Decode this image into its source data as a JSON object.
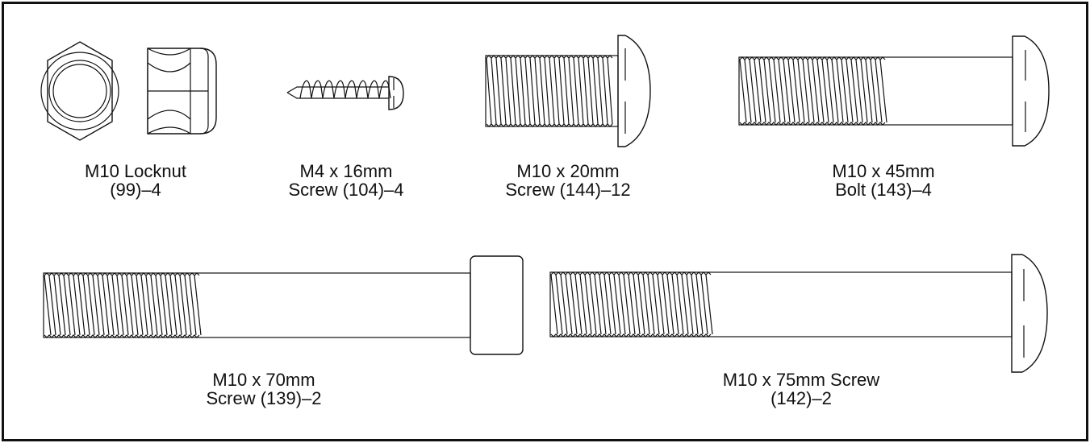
{
  "parts": [
    {
      "id": "locknut",
      "icon": "locknut-icon",
      "lines": [
        "M10 Locknut",
        "(99)–4"
      ]
    },
    {
      "id": "m4-screw",
      "icon": "small-screw-icon",
      "lines": [
        "M4 x 16mm",
        "Screw (104)–4"
      ]
    },
    {
      "id": "m10x20-screw",
      "icon": "button-head-screw-icon",
      "lines": [
        "M10 x 20mm",
        "Screw (144)–12"
      ]
    },
    {
      "id": "m10x45-bolt",
      "icon": "bolt-icon",
      "lines": [
        "M10 x 45mm",
        "Bolt (143)–4"
      ]
    },
    {
      "id": "m10x70-screw",
      "icon": "socket-head-screw-icon",
      "lines": [
        "M10 x 70mm",
        "Screw (139)–2"
      ]
    },
    {
      "id": "m10x75-screw",
      "icon": "long-screw-icon",
      "lines": [
        "M10 x 75mm Screw",
        "(142)–2"
      ]
    }
  ]
}
